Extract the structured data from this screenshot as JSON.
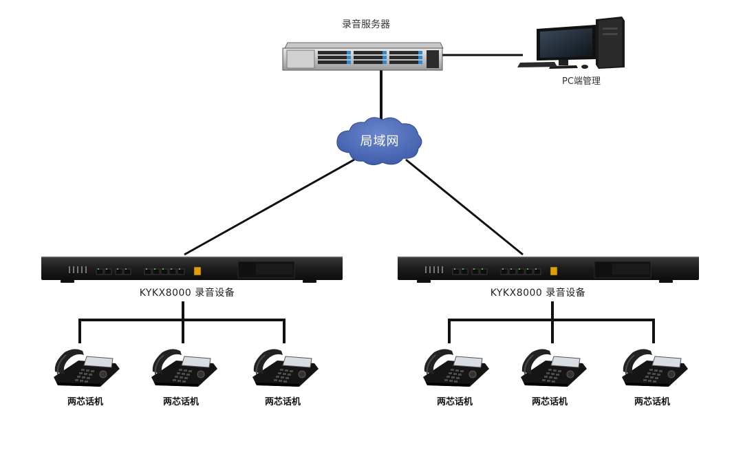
{
  "server": {
    "label": "录音服务器"
  },
  "pc": {
    "label": "PC端管理"
  },
  "network": {
    "label": "局域网"
  },
  "devices": [
    {
      "label": "KYKX8000 录音设备",
      "phones": [
        {
          "label": "两芯话机"
        },
        {
          "label": "两芯话机"
        },
        {
          "label": "两芯话机"
        }
      ]
    },
    {
      "label": "KYKX8000 录音设备",
      "phones": [
        {
          "label": "两芯话机"
        },
        {
          "label": "两芯话机"
        },
        {
          "label": "两芯话机"
        }
      ]
    }
  ]
}
